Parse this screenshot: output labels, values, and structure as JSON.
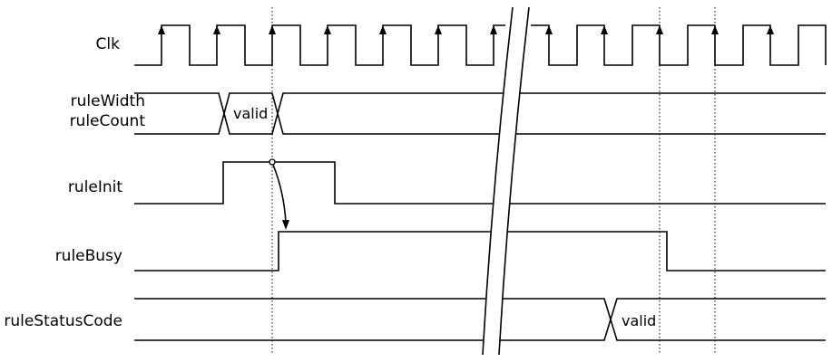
{
  "signals": {
    "clk": "Clk",
    "rule_width": "ruleWidth",
    "rule_count": "ruleCount",
    "rule_init": "ruleInit",
    "rule_busy": "ruleBusy",
    "rule_status_code": "ruleStatusCode"
  },
  "values": {
    "width_count_value": "valid",
    "status_value": "valid"
  },
  "colors": {
    "stroke": "#000000",
    "background": "#ffffff"
  }
}
